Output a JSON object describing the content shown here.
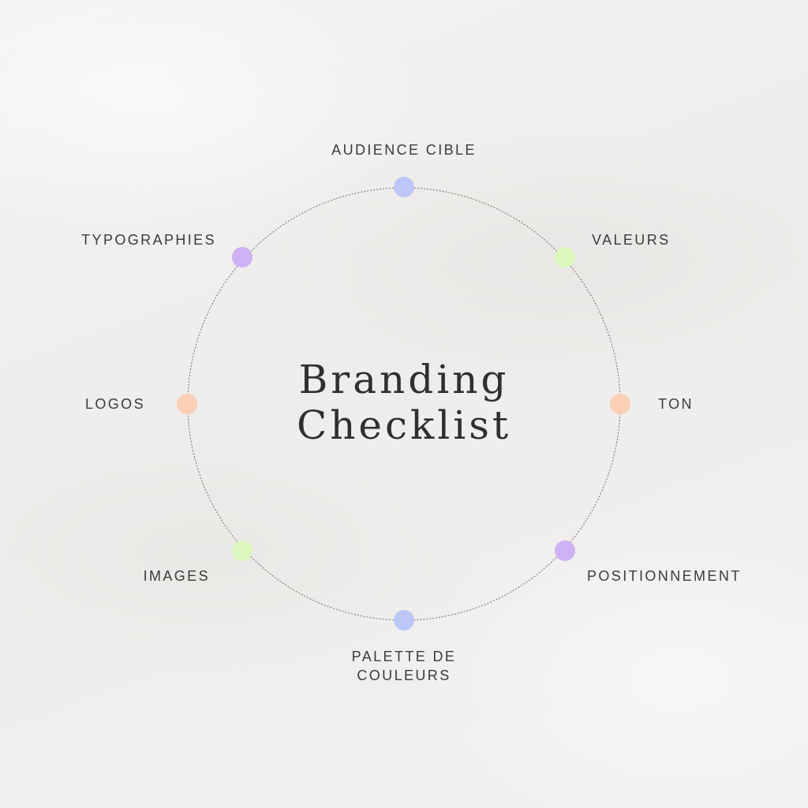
{
  "title": {
    "line1": "Branding",
    "line2": "Checklist"
  },
  "items": [
    {
      "label": "AUDIENCE CIBLE",
      "color": "#bcc6f7"
    },
    {
      "label": "VALEURS",
      "color": "#dcf7bd"
    },
    {
      "label": "TON",
      "color": "#f9cfb6"
    },
    {
      "label": "POSITIONNEMENT",
      "color": "#cfb1f6"
    },
    {
      "label": "PALETTE DE\nCOULEURS",
      "color": "#bcc6f7"
    },
    {
      "label": "IMAGES",
      "color": "#dcf7bd"
    },
    {
      "label": "LOGOS",
      "color": "#f9cfb6"
    },
    {
      "label": "TYPOGRAPHIES",
      "color": "#cfb1f6"
    }
  ]
}
